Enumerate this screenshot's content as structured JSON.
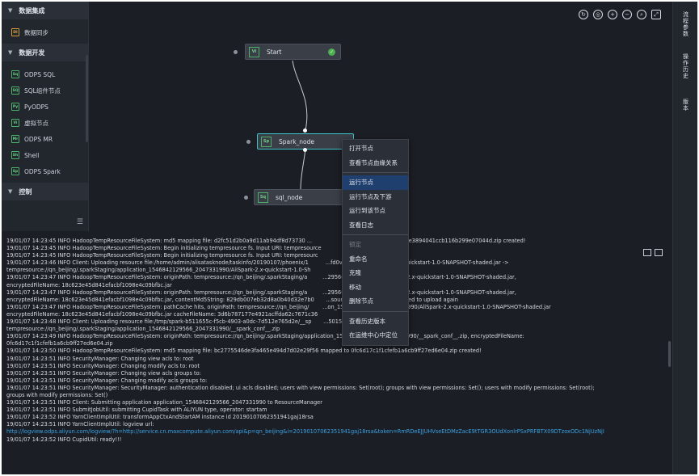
{
  "sidebar": {
    "sections": [
      {
        "title": "数据集成",
        "items": [
          {
            "icon": "DI",
            "label": "数据同步"
          }
        ]
      },
      {
        "title": "数据开发",
        "items": [
          {
            "icon": "Sq",
            "label": "ODPS SQL"
          },
          {
            "icon": "SQ",
            "label": "SQL组件节点"
          },
          {
            "icon": "Py",
            "label": "PyODPS"
          },
          {
            "icon": "Vi",
            "label": "虚拟节点"
          },
          {
            "icon": "Mr",
            "label": "ODPS MR"
          },
          {
            "icon": "Sh",
            "label": "Shell"
          },
          {
            "icon": "Sp",
            "label": "ODPS Spark"
          }
        ]
      },
      {
        "title": "控制",
        "items": []
      }
    ]
  },
  "nodes": {
    "start": {
      "icon": "Vi",
      "label": "Start"
    },
    "spark": {
      "icon": "Sp",
      "label": "Spark_node"
    },
    "sql": {
      "icon": "Sq",
      "label": "sql_node"
    }
  },
  "right_tabs": [
    "流程参数",
    "操作历史",
    "版本"
  ],
  "context_menu": [
    "打开节点",
    "查看节点血缘关系",
    "运行节点",
    "运行节点及下游",
    "运行到该节点",
    "查看日志",
    "锁定",
    "重命名",
    "克隆",
    "移动",
    "删除节点",
    "查看历史版本",
    "在运维中心中定位"
  ],
  "log_lines": [
    "19/01/07 14:23:45 INFO HadoopTempResourceFileSystem: md5 mapping file: d2fc51d2b0a9d11ab94df8d73730 ...                                                    ...4e3894041ccb116b299e07044d.zip created!",
    "19/01/07 14:23:45 INFO HadoopTempResourceFileSystem: Begin initializing tempresource fs. Input URI: tempresource",
    "19/01/07 14:23:45 INFO HadoopTempResourceFileSystem: Begin initializing tempresource fs. Input URI: tempresourc",
    "19/01/07 14:23:46 INFO Client: Uploading resource file:/home/admin/alisatasknode/taskinfo/20190107/phoenix/1          ...fd0vv67zls3vi/AliSpark-2.x-quickstart-1.0-SNAPSHOT-shaded.jar ->",
    "tempresource://qn_beijing/.sparkStaging/application_1546842129566_2047331990/AliSpark-2.x-quickstart-1.0-Sh",
    "19/01/07 14:23:47 INFO HadoopTempResourceFileSystem: originPath: tempresource://qn_beijing/.sparkStaging/a         ...29566_2047331990/AliSpark-2.x-quickstart-1.0-SNAPSHOT-shaded.jar,",
    "encryptedFileName: 18c623e45d841efacbf1098e4c09bfbc.jar",
    "19/01/07 14:23:47 INFO HadoopTempResourceFileSystem: originPath: tempresource://qn_beijing/.sparkStaging/a         ...29566_2047331990/AliSpark-2.x-quickstart-1.0-SNAPSHOT-shaded.jar,",
    "encryptedFileName: 18c623e45d841efacbf1098e4c09bfbc.jar, contentMd5String: 829db007eb32d8a0b40d32e7b0       ...source already existed no need to upload again",
    "19/01/07 14:23:47 INFO HadoopTempResourceFileSystem: pathCache hits, originPath: tempresource://qn_beijing/        ...on_1546842129566_2047331990/AliSpark-2.x-quickstart-1.0-SNAPSHOT-shaded.jar",
    "encryptedFileName: 18c623e45d841efacbf1098e4c09bfbc.jar cacheFileName: 3d6b787177e4921acffda62c7671c36",
    "19/01/07 14:23:48 INFO Client: Uploading resource file:/tmp/spark-b511655c-f5cb-4903-a0dc-7d512e765d2e/__sp       ...5015650498.zip ->",
    "tempresource://qn_beijing/.sparkStaging/application_1546842129566_2047331990/__spark_conf__.zip",
    "19/01/07 14:23:49 INFO HadoopTempResourceFileSystem: originPath: tempresource://qn_beijing/.sparkStaging/application_1546842129566_2047331990/__spark_conf__.zip, encryptedFileName:",
    "0fc6d17c1f1cfefb1a6cb9ff27ed6e04.zip",
    "19/01/07 14:23:50 INFO HadoopTempResourceFileSystem: md5 mapping file: bc2775546de3fa465e494d7d02e29f56 mapped to 0fc6d17c1f1cfefb1a6cb9ff27ed6e04.zip created!",
    "19/01/07 14:23:51 INFO SecurityManager: Changing view acls to: root",
    "19/01/07 14:23:51 INFO SecurityManager: Changing modify acls to: root",
    "19/01/07 14:23:51 INFO SecurityManager: Changing view acls groups to:",
    "19/01/07 14:23:51 INFO SecurityManager: Changing modify acls groups to:",
    "19/01/07 14:23:51 INFO SecurityManager: SecurityManager: authentication disabled; ui acls disabled; users with view permissions: Set(root); groups with view permissions: Set(); users with modify permissions: Set(root);",
    "groups with modify permissions: Set()",
    "19/01/07 14:23:51 INFO Client: Submitting application application_1546842129566_2047331990 to ResourceManager",
    "19/01/07 14:23:51 INFO SubmitJobUtil: submitting CupidTask with ALIYUN type, operator: startam",
    "19/01/07 14:23:52 INFO YarnClientImplUtil: transformAppCtxAndStartAM instance id 20190107062351941gaj18rsa",
    "19/01/07 14:23:51 INFO YarnClientImplUtil: logview url:",
    "http://logview.odps.aliyun.com/logview/?h=http://service.cn.maxcompute.aliyun.com/api&p=qn_beijing&i=20190107062351941gaj18rsa&token=RmRDeEJJUHVseEtDMzZacE9tTGR3OUdXonlrPSxPRFBTX09DTzoxODc1NjUzNjI",
    "19/01/07 14:23:52 INFO CupidUtil: ready!!!"
  ],
  "log_link_index": 26,
  "colors": {
    "accent": "#3ec2c7",
    "highlight": "#1f3f6e",
    "link": "#3aa3e6",
    "success": "#4caf50"
  }
}
